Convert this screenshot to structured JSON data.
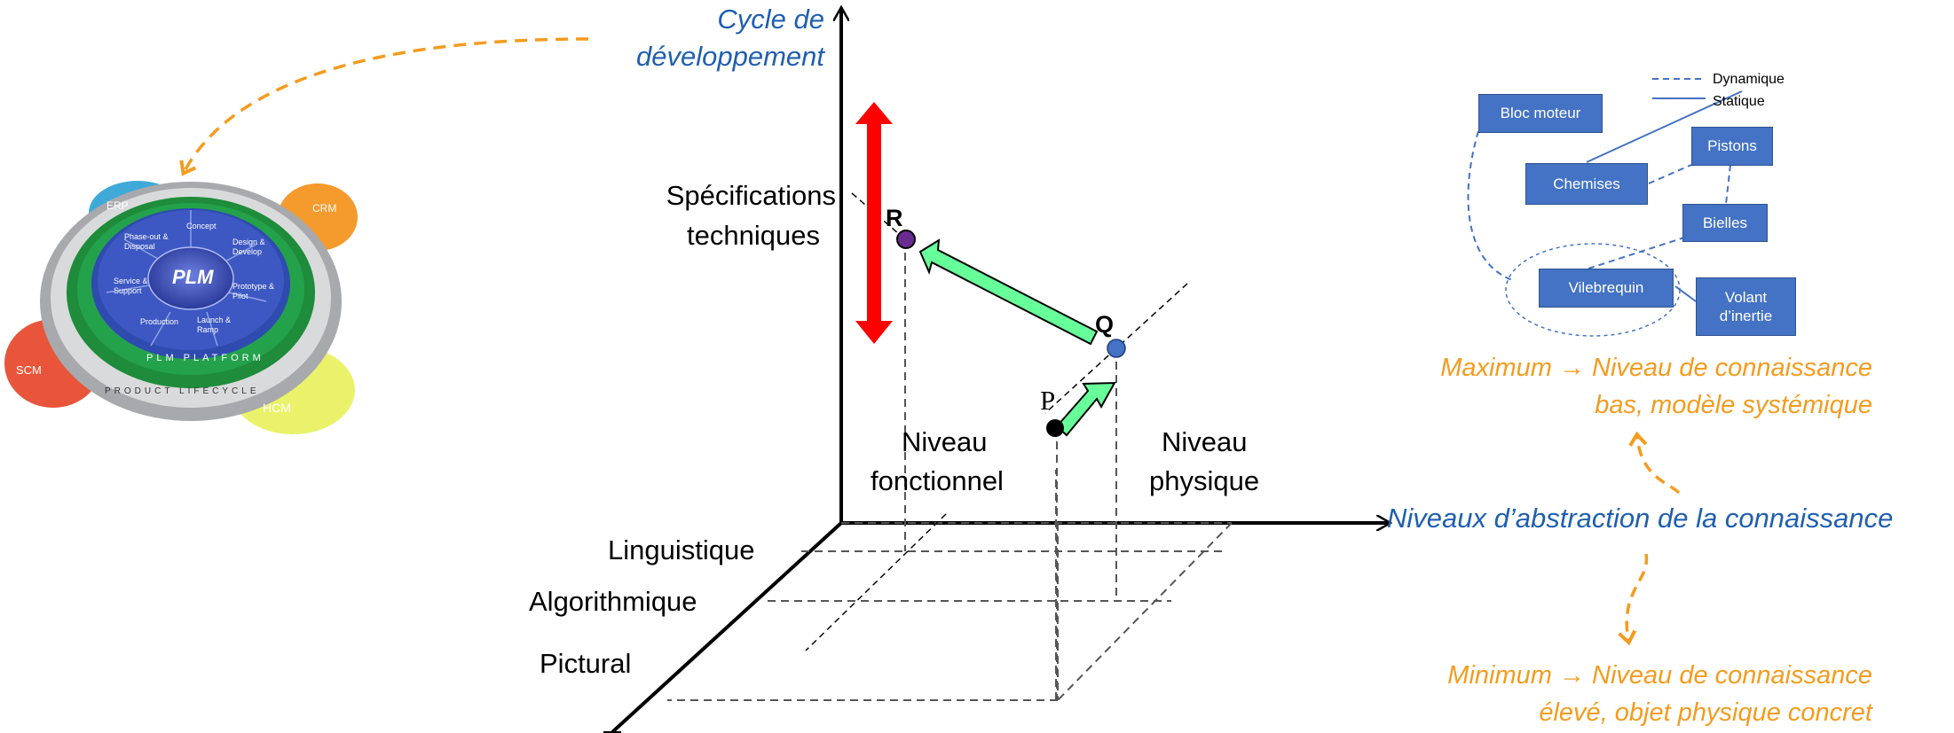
{
  "axes": {
    "y_label_line1": "Cycle de",
    "y_label_line2": "développement",
    "x_label": "Niveaux d’abstraction de la connaissance"
  },
  "depth_levels": [
    "Linguistique",
    "Algorithmique",
    "Pictural"
  ],
  "spec_label_line1": "Spécifications",
  "spec_label_line2": "techniques",
  "points": {
    "p": "P",
    "q": "Q",
    "r": "R"
  },
  "levels": {
    "functional_line1": "Niveau",
    "functional_line2": "fonctionnel",
    "physical_line1": "Niveau",
    "physical_line2": "physique"
  },
  "abstraction": {
    "maximum_line1": "Maximum → Niveau de connaissance",
    "maximum_line2": "bas, modèle systémique",
    "minimum_line1": "Minimum → Niveau de connaissance",
    "minimum_line2": "élevé, objet physique concret"
  },
  "system_model": {
    "legend": {
      "dynamic": "Dynamique",
      "static": "Statique"
    },
    "boxes": {
      "engine_block": "Bloc moteur",
      "pistons": "Pistons",
      "liners": "Chemises",
      "rods": "Bielles",
      "crankshaft": "Vilebrequin",
      "flywheel_line1": "Volant",
      "flywheel_line2": "d’inertie"
    }
  },
  "plm_logo": {
    "center": "PLM",
    "segments": [
      "Concept",
      "Design & Develop",
      "Prototype & Pilot",
      "Launch & Ramp",
      "Production",
      "Service & Support",
      "Phase-out & Disposal"
    ],
    "outer": [
      "ERP",
      "CRM",
      "HCM",
      "SCM"
    ],
    "ring": "PLM PLATFORM",
    "ring2": "PRODUCT LIFECYCLE"
  },
  "colors": {
    "axis_blue": "#1F5FB0",
    "orange": "#F39C1F",
    "red_arrow": "#FF0000",
    "green_arrow": "#66FF99",
    "box_blue": "#4472C4"
  }
}
